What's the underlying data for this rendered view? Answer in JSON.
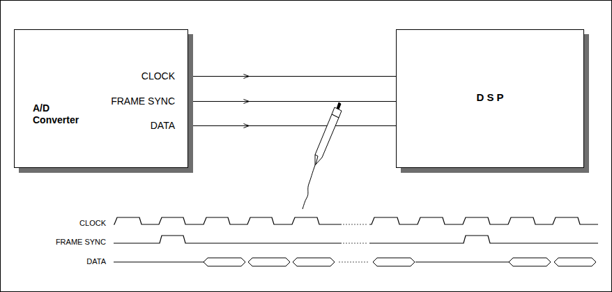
{
  "diagram": {
    "nodes": [
      {
        "text": [
          "A/D Converter",
          "CLOCK",
          "FRAME SYNC",
          "DATA"
        ]
      },
      {
        "text": [
          "D S P"
        ]
      }
    ],
    "edges": [
      {
        "from": 0,
        "to": 1,
        "arrow": "to"
      },
      {
        "from": 0,
        "to": 1,
        "arrow": "to"
      },
      {
        "from": 0,
        "to": 1,
        "arrow": "to"
      }
    ],
    "labels": [
      "CLOCK",
      "FRAME SYNC",
      "DATA"
    ]
  }
}
